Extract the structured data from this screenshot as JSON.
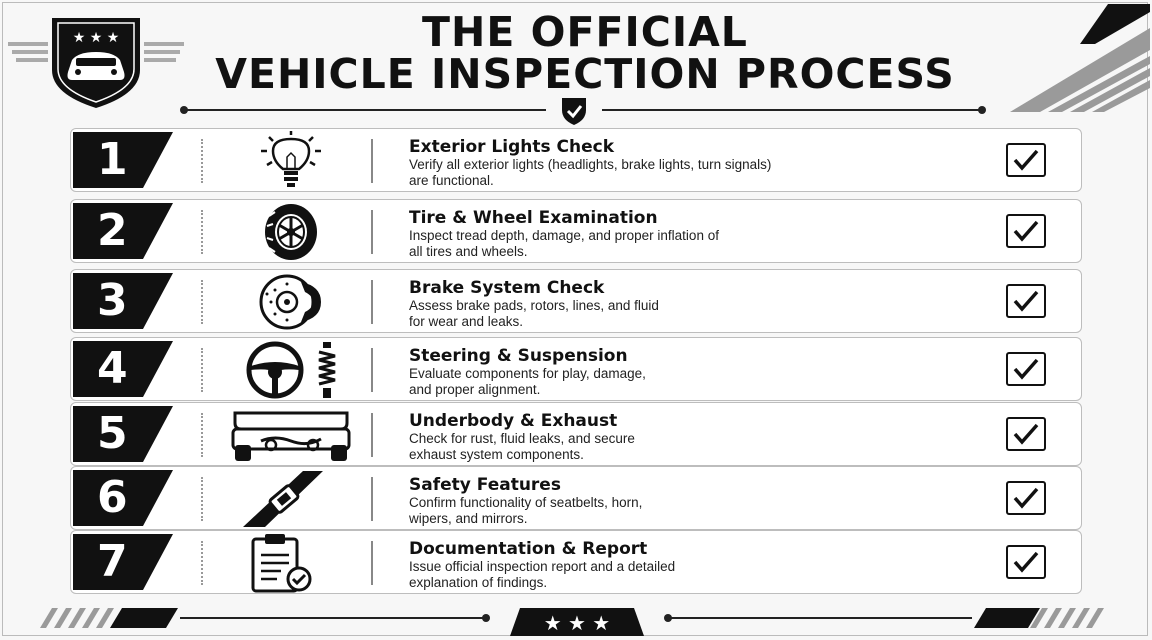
{
  "header": {
    "title_line1": "THE OFFICIAL",
    "title_line2": "VEHICLE INSPECTION PROCESS",
    "logo_icon": "car-shield-logo-icon",
    "badge_icon": "shield-check-icon"
  },
  "steps": [
    {
      "number": "1",
      "title": "Exterior Lights Check",
      "desc1": "Verify all exterior lights (headlights, brake lights, turn signals)",
      "desc2": "are functional.",
      "icon": "light-bulb-icon"
    },
    {
      "number": "2",
      "title": "Tire & Wheel Examination",
      "desc1": "Inspect tread depth, damage, and proper inflation of",
      "desc2": "all tires and wheels.",
      "icon": "tire-icon"
    },
    {
      "number": "3",
      "title": "Brake System Check",
      "desc1": "Assess brake pads, rotors, lines, and fluid",
      "desc2": "for wear and leaks.",
      "icon": "brake-disc-icon"
    },
    {
      "number": "4",
      "title": "Steering & Suspension",
      "desc1": "Evaluate components for play, damage,",
      "desc2": "and proper alignment.",
      "icon": "steering-wheel-icon"
    },
    {
      "number": "5",
      "title": "Underbody & Exhaust",
      "desc1": "Check for rust, fluid leaks, and secure",
      "desc2": "exhaust system components.",
      "icon": "underbody-icon"
    },
    {
      "number": "6",
      "title": "Safety Features",
      "desc1": "Confirm functionality of seatbelts, horn,",
      "desc2": "wipers, and mirrors.",
      "icon": "seatbelt-icon"
    },
    {
      "number": "7",
      "title": "Documentation & Report",
      "desc1": "Issue official inspection report and a detailed",
      "desc2": "explanation of findings.",
      "icon": "clipboard-check-icon"
    }
  ],
  "colors": {
    "primary": "#111111",
    "background": "#f7f7f7",
    "row_border": "#bdbdbd",
    "accent_gray": "#9a9a9a"
  }
}
